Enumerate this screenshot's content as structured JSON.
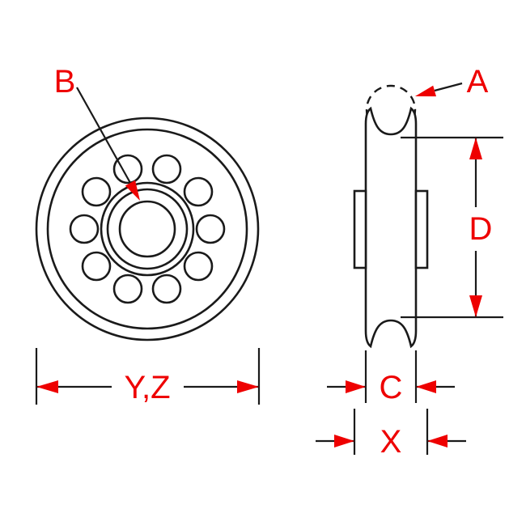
{
  "diagram": {
    "type": "technical-drawing",
    "labels": {
      "a": "A",
      "b": "B",
      "c": "C",
      "d": "D",
      "x": "X",
      "yz": "Y,Z"
    },
    "colors": {
      "line": "#1a1a1a",
      "accent": "#ee0000",
      "background": "#ffffff"
    }
  }
}
